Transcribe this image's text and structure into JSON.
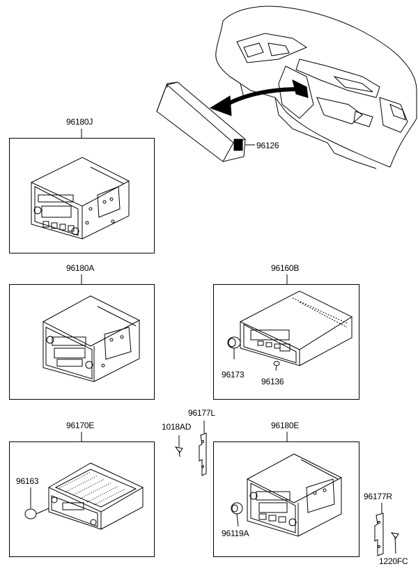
{
  "labels": {
    "unit_96180J": "96180J",
    "unit_96180A": "96180A",
    "unit_96160B": "96160B",
    "unit_96170E": "96170E",
    "unit_96180E": "96180E",
    "bezel_96126": "96126",
    "knob_96173": "96173",
    "button_96136": "96136",
    "knob_96163": "96163",
    "knob_96119A": "96119A",
    "screw_1018AD": "1018AD",
    "bracket_96177L": "96177L",
    "bracket_96177R": "96177R",
    "screw_1220FC": "1220FC"
  }
}
